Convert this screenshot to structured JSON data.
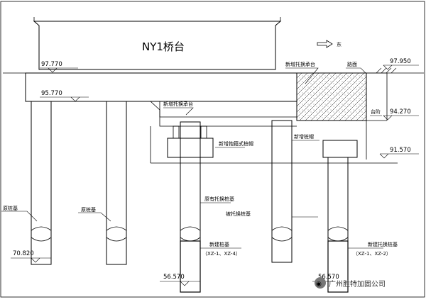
{
  "bridge": {
    "title": "NY1桥台",
    "direction": "东"
  },
  "elevations": {
    "left_top": "97.770",
    "left_cap_bottom": "95.770",
    "right_top": "97.950",
    "right_step": "94.270",
    "right_new_cap": "91.570",
    "left_pile_break": "70.820",
    "new_pile_tip": "56.570",
    "right_pile_tip": "56.570"
  },
  "labels": {
    "new_underpin_cap_top": "新增托换承台",
    "new_underpin_cap_mid": "新增托换承台",
    "road_surface": "路面",
    "step": "台阶",
    "new_encircle_cap": "新增抱箍式桩帽",
    "new_pile_cap": "新增桩帽",
    "orig_pile_1": "原桩基",
    "orig_pile_2": "原桩基",
    "orig_underpin_pile": "原有托换桩基",
    "to_be_underpinned_pile": "被托换桩基",
    "new_pile_left": "新建桩基",
    "new_pile_left_id": "（XZ-1、XZ-4）",
    "new_pile_right": "新建托换桩基",
    "new_pile_right_id": "（XZ-1、XZ-2）"
  },
  "watermark": "广州胜特加固公司"
}
